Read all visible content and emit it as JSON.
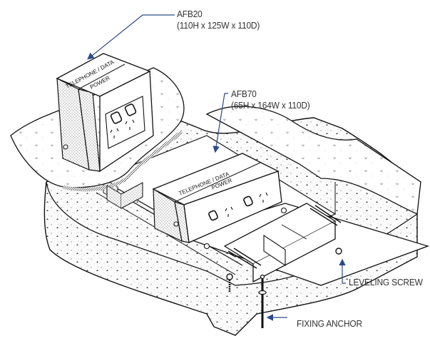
{
  "diagram": {
    "type": "isometric-technical-illustration",
    "subject": "Floor box installation in concrete slab",
    "colors": {
      "line": "#111111",
      "leader": "#2b4a8a",
      "label_text": "#333333",
      "concrete_shade": "#f4f4f4",
      "stipple": "#888888"
    }
  },
  "callouts": {
    "afb20": {
      "model": "AFB20",
      "dimensions": "(110H  x 125W x 110D)"
    },
    "afb70": {
      "model": "AFB70",
      "dimensions": "(65H  x 164W x 110D)"
    },
    "leveling_screw": {
      "label": "LEVELING SCREW"
    },
    "fixing_anchor": {
      "label": "FIXING ANCHOR"
    }
  },
  "box_labels": {
    "afb20_top": "TELEPHONE / DATA",
    "afb20_front": "POWER",
    "afb70_top": "TELEPHONE / DATA",
    "afb70_front": "POWER"
  }
}
